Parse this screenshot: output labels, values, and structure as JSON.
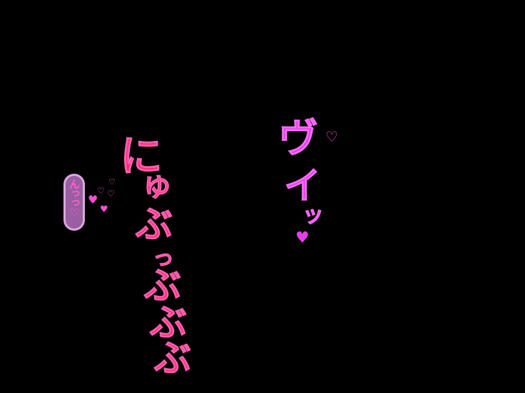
{
  "sfx_main": {
    "chars": [
      "に",
      "ゅ",
      "ぶ",
      "っ",
      "ぶ",
      "ぶ",
      "ぶ"
    ]
  },
  "sfx_vi": {
    "chars": [
      "ヴ",
      "イ",
      "ッ"
    ]
  },
  "moan_bubble": {
    "text": "んっっ♡"
  },
  "hearts": {
    "outline": "♡",
    "filled": "♥"
  },
  "colors": {
    "background": "#000000",
    "sfx_main": "#ff2a6a",
    "sfx_vi": "#e040e8",
    "heart_pink": "#ff4fd8",
    "bubble_fill": "#9a5fa0",
    "bubble_border": "#d9a8de"
  }
}
